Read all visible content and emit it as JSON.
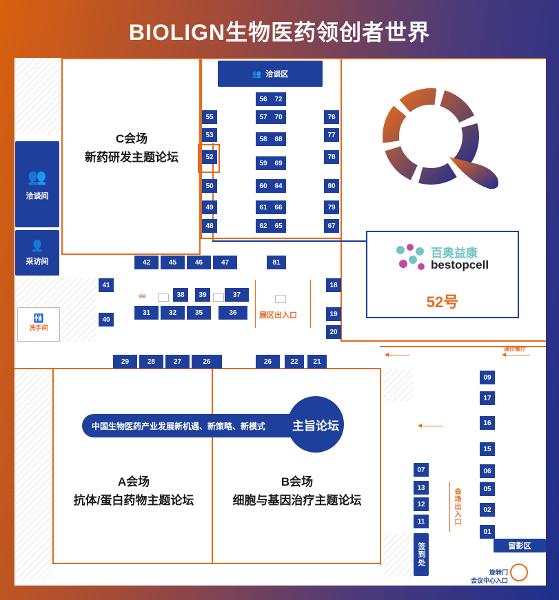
{
  "title": "BIOLIGN生物医药领创者世界",
  "zones": {
    "meeting_area": "洽谈区",
    "meeting_room": "洽谈间",
    "interview_room": "采访间",
    "restroom": "洗手间",
    "exhibit_entrance": "展区出入口",
    "to_restaurant": "通往餐厅",
    "venue_entrance": "会场出入口",
    "signin": "签到处",
    "photo_zone": "留影区",
    "revolving_door": "旋转门",
    "center_entrance": "会议中心入口"
  },
  "halls": {
    "c_name": "C会场",
    "c_topic": "新药研发主题论坛",
    "a_name": "A会场",
    "a_topic": "抗体/蛋白药物主题论坛",
    "b_name": "B会场",
    "b_topic": "细胞与基因治疗主题论坛",
    "main_forum_banner": "中国生物医药产业发展新机遇、新策略、新模式",
    "main_forum": "主旨论坛"
  },
  "highlight": {
    "brand_cn": "百奥益康",
    "brand_en": "bestopcell",
    "booth_label": "52号"
  },
  "booths": {
    "left_col": [
      "55",
      "53",
      "52",
      "50",
      "49",
      "48"
    ],
    "center_rows": [
      [
        "56",
        "72"
      ],
      [
        "57",
        "70"
      ],
      [
        "58",
        "68"
      ],
      [
        "59",
        "69"
      ],
      [
        "60",
        "64"
      ],
      [
        "61",
        "66"
      ],
      [
        "62",
        "65"
      ]
    ],
    "right_col": [
      "76",
      "77",
      "78",
      "80",
      "79",
      "67"
    ],
    "corridor": [
      "42",
      "45",
      "46",
      "47",
      "81"
    ],
    "island_top": [
      "38",
      "39",
      "37"
    ],
    "island_bottom": [
      "31",
      "32",
      "35",
      "36"
    ],
    "left_wall": [
      "41",
      "40"
    ],
    "right_wall": [
      "18",
      "19",
      "20"
    ],
    "south_row_a": [
      "29",
      "28",
      "27",
      "26"
    ],
    "south_row_b": [
      "26",
      "22",
      "21"
    ],
    "lobby_col": [
      "07",
      "13",
      "12",
      "11"
    ],
    "east_col": [
      "09",
      "17",
      "16",
      "15",
      "06",
      "05",
      "02",
      "01"
    ]
  },
  "colors": {
    "navy": "#1e3f9b",
    "orange": "#e46a1e",
    "highlight_text": "#e46a1e"
  }
}
